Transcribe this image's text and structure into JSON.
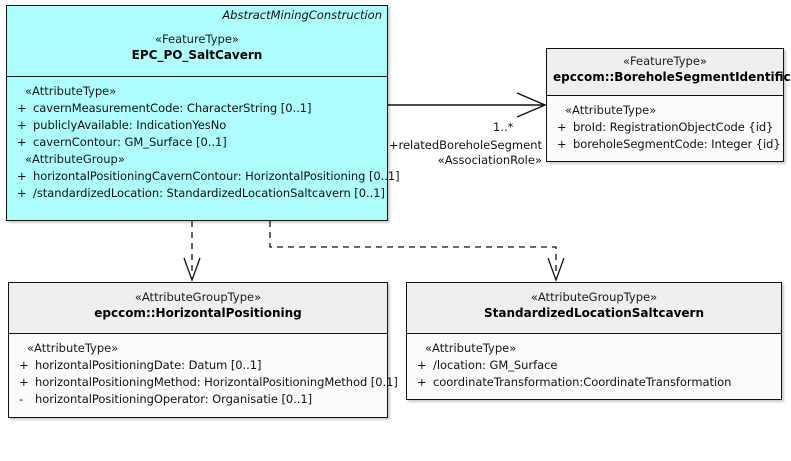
{
  "diagram": {
    "title": "AbstractMiningConstruction",
    "type": "uml-class-diagram",
    "colors": {
      "abstract_class_fill": "#aefdfd",
      "class_header_fill": "#efefef",
      "class_body_fill": "#fbfbfb",
      "border": "#121212",
      "canvas": "#ffffff"
    }
  },
  "classes": {
    "salt_cavern": {
      "corner_tag": "AbstractMiningConstruction",
      "stereotype": "«FeatureType»",
      "name": "EPC_PO_SaltCavern",
      "sections": [
        {
          "group": "«AttributeType»",
          "attributes": [
            {
              "visibility": "+",
              "text": "cavernMeasurementCode: CharacterString [0..1]"
            },
            {
              "visibility": "+",
              "text": "publiclyAvailable: IndicationYesNo"
            },
            {
              "visibility": "+",
              "text": "cavernContour: GM_Surface [0..1]"
            }
          ]
        },
        {
          "group": "«AttributeGroup»",
          "attributes": [
            {
              "visibility": "+",
              "text": "horizontalPositioningCavernContour: HorizontalPositioning [0..1]"
            },
            {
              "visibility": "+",
              "text": "/standardizedLocation: StandardizedLocationSaltcavern [0..1]"
            }
          ]
        }
      ]
    },
    "borehole_segment_identification": {
      "stereotype": "«FeatureType»",
      "name": "epccom::BoreholeSegmentIdentification",
      "sections": [
        {
          "group": "«AttributeType»",
          "attributes": [
            {
              "visibility": "+",
              "text": "broId: RegistrationObjectCode {id}"
            },
            {
              "visibility": "+",
              "text": "boreholeSegmentCode: Integer {id}"
            }
          ]
        }
      ]
    },
    "horizontal_positioning": {
      "stereotype": "«AttributeGroupType»",
      "name": "epccom::HorizontalPositioning",
      "sections": [
        {
          "group": "«AttributeType»",
          "attributes": [
            {
              "visibility": "+",
              "text": "horizontalPositioningDate: Datum [0..1]"
            },
            {
              "visibility": "+",
              "text": "horizontalPositioningMethod: HorizontalPositioningMethod [0.1]"
            },
            {
              "visibility": "-",
              "text": "horizontalPositioningOperator: Organisatie [0..1]"
            }
          ]
        }
      ]
    },
    "standardized_location_saltcavern": {
      "stereotype": "«AttributeGroupType»",
      "name": "StandardizedLocationSaltcavern",
      "sections": [
        {
          "group": "«AttributeType»",
          "attributes": [
            {
              "visibility": "+",
              "text": "/location: GM_Surface"
            },
            {
              "visibility": "+",
              "text": "coordinateTransformation:CoordinateTransformation"
            }
          ]
        }
      ]
    }
  },
  "connectors": {
    "association_borehole": {
      "multiplicity": "1..*",
      "role": "+relatedBoreholeSegment",
      "stereotype": "«AssociationRole»"
    },
    "dependency_horizontal_positioning": {
      "style": "dashed-open-arrow"
    },
    "dependency_standardized_location": {
      "style": "dashed-open-arrow"
    }
  }
}
